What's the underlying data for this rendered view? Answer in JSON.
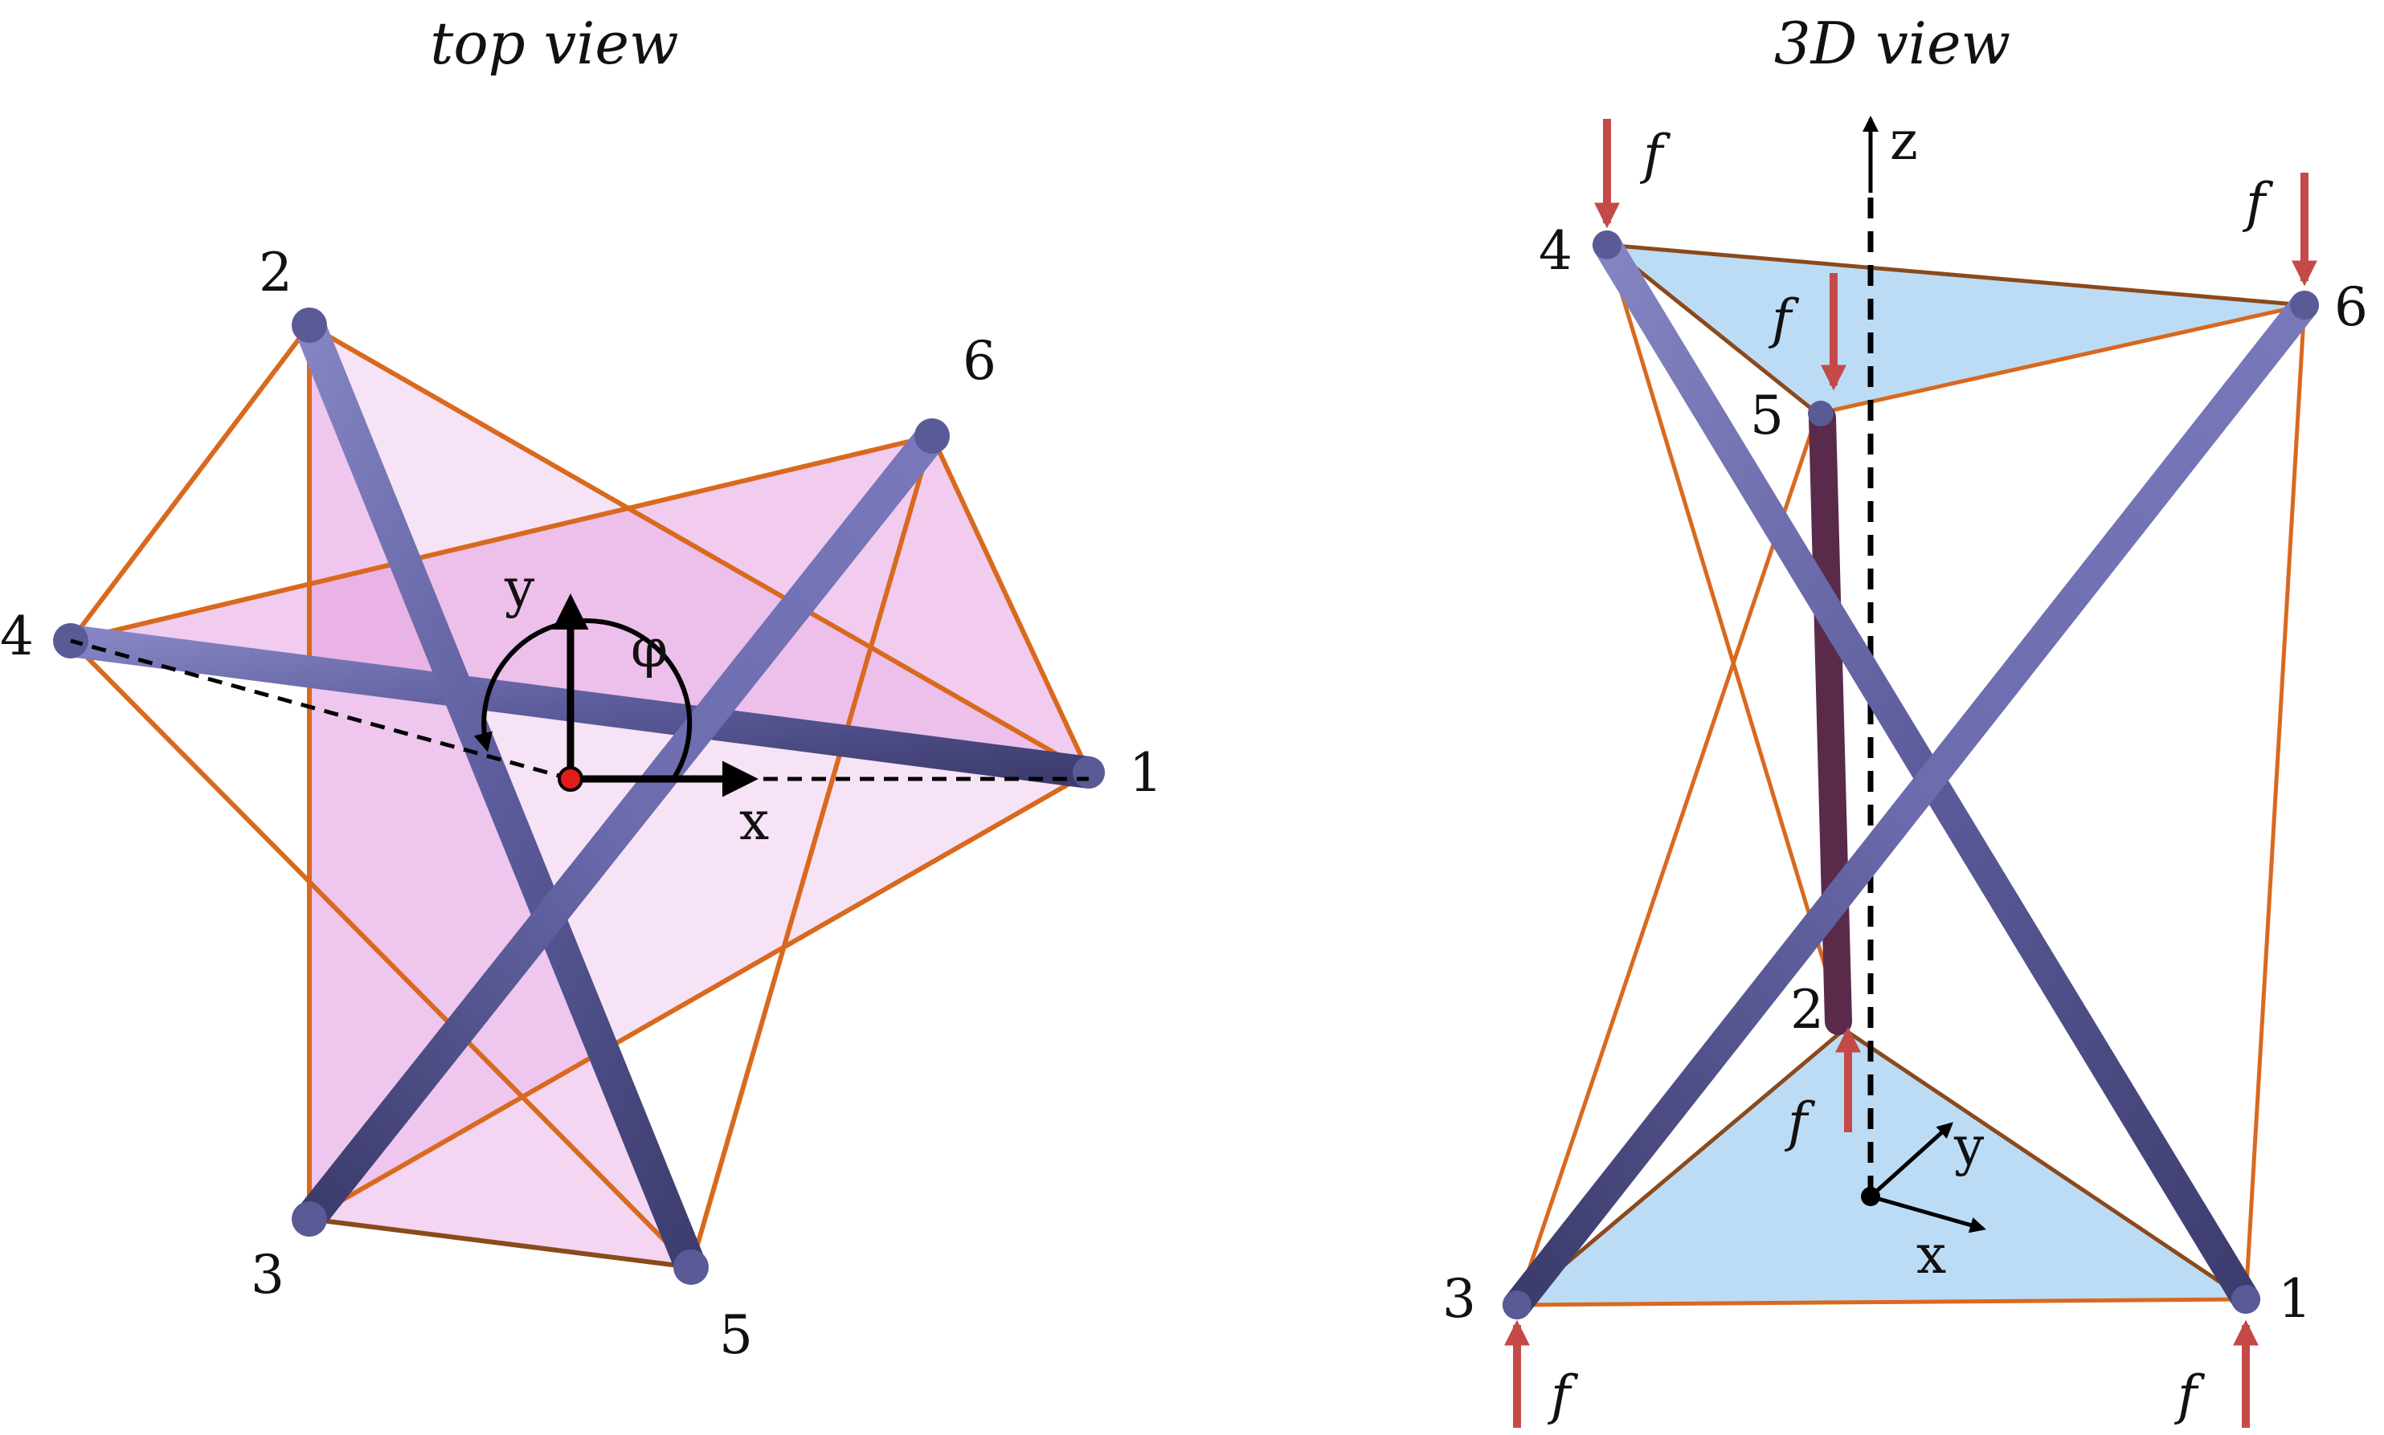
{
  "titles": {
    "top_view": "top view",
    "view_3d": "3D view"
  },
  "top_view": {
    "nodes": [
      {
        "id": "1",
        "label": "1"
      },
      {
        "id": "2",
        "label": "2"
      },
      {
        "id": "3",
        "label": "3"
      },
      {
        "id": "4",
        "label": "4"
      },
      {
        "id": "5",
        "label": "5"
      },
      {
        "id": "6",
        "label": "6"
      }
    ],
    "axes": {
      "x": "x",
      "y": "y",
      "angle": "φ"
    }
  },
  "view_3d": {
    "nodes": [
      {
        "id": "1",
        "label": "1"
      },
      {
        "id": "2",
        "label": "2"
      },
      {
        "id": "3",
        "label": "3"
      },
      {
        "id": "4",
        "label": "4"
      },
      {
        "id": "5",
        "label": "5"
      },
      {
        "id": "6",
        "label": "6"
      }
    ],
    "axes": {
      "x": "x",
      "y": "y",
      "z": "z"
    },
    "force_label": "f"
  },
  "colors": {
    "strut": "#6a6aa8",
    "strut_dark": "#3a3a6e",
    "cable": "#d9691e",
    "face_top_view": "#e9a6e3",
    "face_3d": "#bcdcf6",
    "force_arrow": "#c44a47",
    "origin_dot": "#e31b1b"
  }
}
